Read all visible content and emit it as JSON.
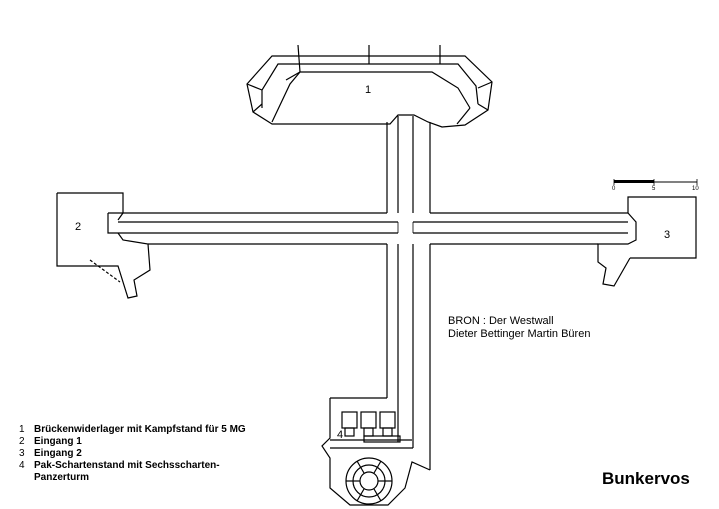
{
  "diagram": {
    "area_labels": [
      "1",
      "2",
      "3",
      "4"
    ],
    "scale": {
      "ticks": [
        "0",
        "5",
        "10"
      ]
    },
    "legend": [
      {
        "num": "1",
        "text": "Brückenwiderlager mit Kampfstand für 5 MG"
      },
      {
        "num": "2",
        "text": "Eingang 1"
      },
      {
        "num": "3",
        "text": "Eingang 2"
      },
      {
        "num": "4",
        "text": "Pak-Schartenstand mit Sechsscharten-"
      },
      {
        "num": "",
        "text": "Panzerturm"
      }
    ],
    "source_lines": [
      "BRON : Der Westwall",
      "Dieter Bettinger   Martin Büren"
    ],
    "brand": "Bunkervos"
  }
}
